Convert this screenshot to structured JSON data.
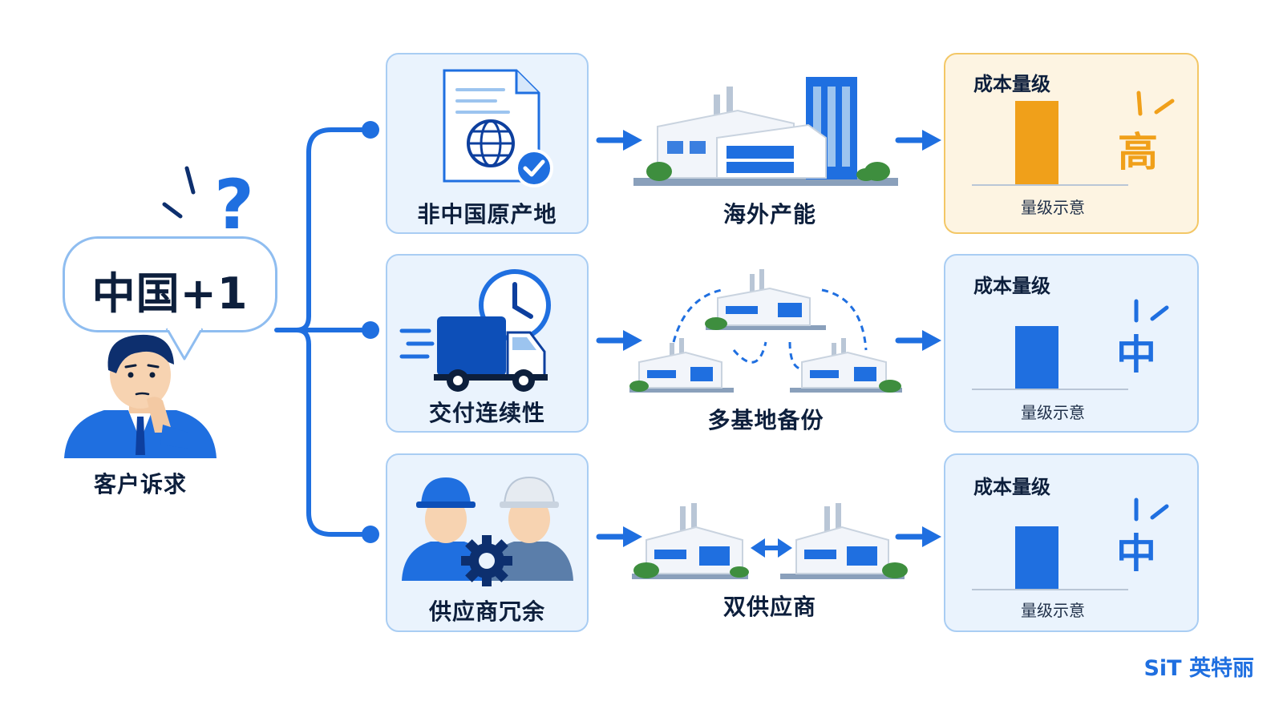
{
  "title": "中国+1",
  "customer_label": "客户诉求",
  "rows": [
    {
      "need": "非中国原产地",
      "solution": "海外产能",
      "cost_title": "成本量级",
      "cost_level": "高",
      "cost_note": "量级示意"
    },
    {
      "need": "交付连续性",
      "solution": "多基地备份",
      "cost_title": "成本量级",
      "cost_level": "中",
      "cost_note": "量级示意"
    },
    {
      "need": "供应商冗余",
      "solution": "双供应商",
      "cost_title": "成本量级",
      "cost_level": "中",
      "cost_note": "量级示意"
    }
  ],
  "brand": "SiT 英特丽",
  "colors": {
    "primary": "#1f6fe0",
    "high": "#f0a01a",
    "box_bg": "#eaf3fd",
    "high_bg": "#fdf4e2"
  }
}
